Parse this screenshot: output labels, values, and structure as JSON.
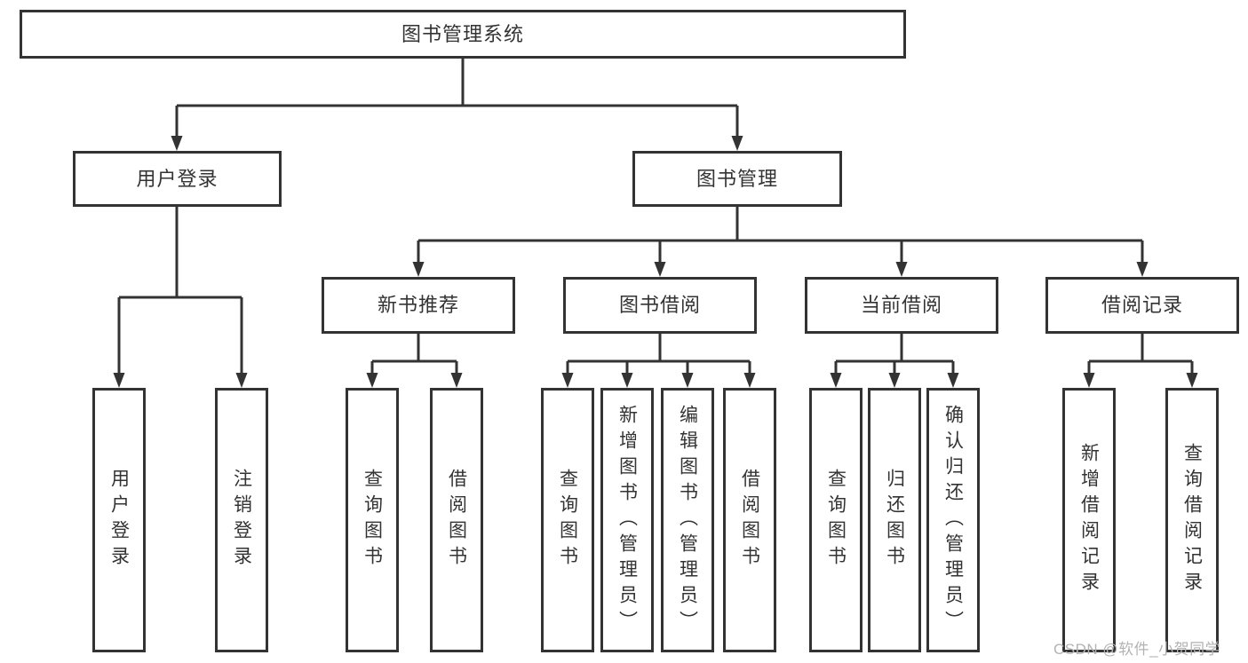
{
  "diagram": {
    "colors": {
      "line": "#333333",
      "text": "#333333",
      "background": "#ffffff",
      "watermark_color": "#b3b3b3"
    },
    "nodes": {
      "root": {
        "label": "图书管理系统"
      },
      "level2": [
        {
          "id": "user-login",
          "label": "用户登录"
        },
        {
          "id": "book-management",
          "label": "图书管理"
        }
      ],
      "level3": [
        {
          "id": "new-book-recommend",
          "label": "新书推荐",
          "parent": "图书管理"
        },
        {
          "id": "book-borrowing",
          "label": "图书借阅",
          "parent": "图书管理"
        },
        {
          "id": "current-borrowing",
          "label": "当前借阅",
          "parent": "图书管理"
        },
        {
          "id": "borrowing-records",
          "label": "借阅记录",
          "parent": "图书管理"
        }
      ],
      "leaves": [
        {
          "id": "user-login-leaf",
          "label": "用户登录",
          "parent": "用户登录"
        },
        {
          "id": "logout-leaf",
          "label": "注销登录",
          "parent": "用户登录"
        },
        {
          "id": "query-books-recommend",
          "label": "查询图书",
          "parent": "新书推荐"
        },
        {
          "id": "borrow-books-recommend",
          "label": "借阅图书",
          "parent": "新书推荐"
        },
        {
          "id": "query-books-borrowing",
          "label": "查询图书",
          "parent": "图书借阅"
        },
        {
          "id": "add-books-admin",
          "label": "新增图书（管理员）",
          "parent": "图书借阅"
        },
        {
          "id": "edit-books-admin",
          "label": "编辑图书（管理员）",
          "parent": "图书借阅"
        },
        {
          "id": "borrow-books-borrowing",
          "label": "借阅图书",
          "parent": "图书借阅"
        },
        {
          "id": "query-books-current",
          "label": "查询图书",
          "parent": "当前借阅"
        },
        {
          "id": "return-books",
          "label": "归还图书",
          "parent": "当前借阅"
        },
        {
          "id": "confirm-return-admin",
          "label": "确认归还（管理员）",
          "parent": "当前借阅"
        },
        {
          "id": "add-borrow-record",
          "label": "新增借阅记录",
          "parent": "借阅记录"
        },
        {
          "id": "query-borrow-record",
          "label": "查询借阅记录",
          "parent": "借阅记录"
        }
      ]
    },
    "watermark": "CSDN @软件_小贺同学"
  }
}
